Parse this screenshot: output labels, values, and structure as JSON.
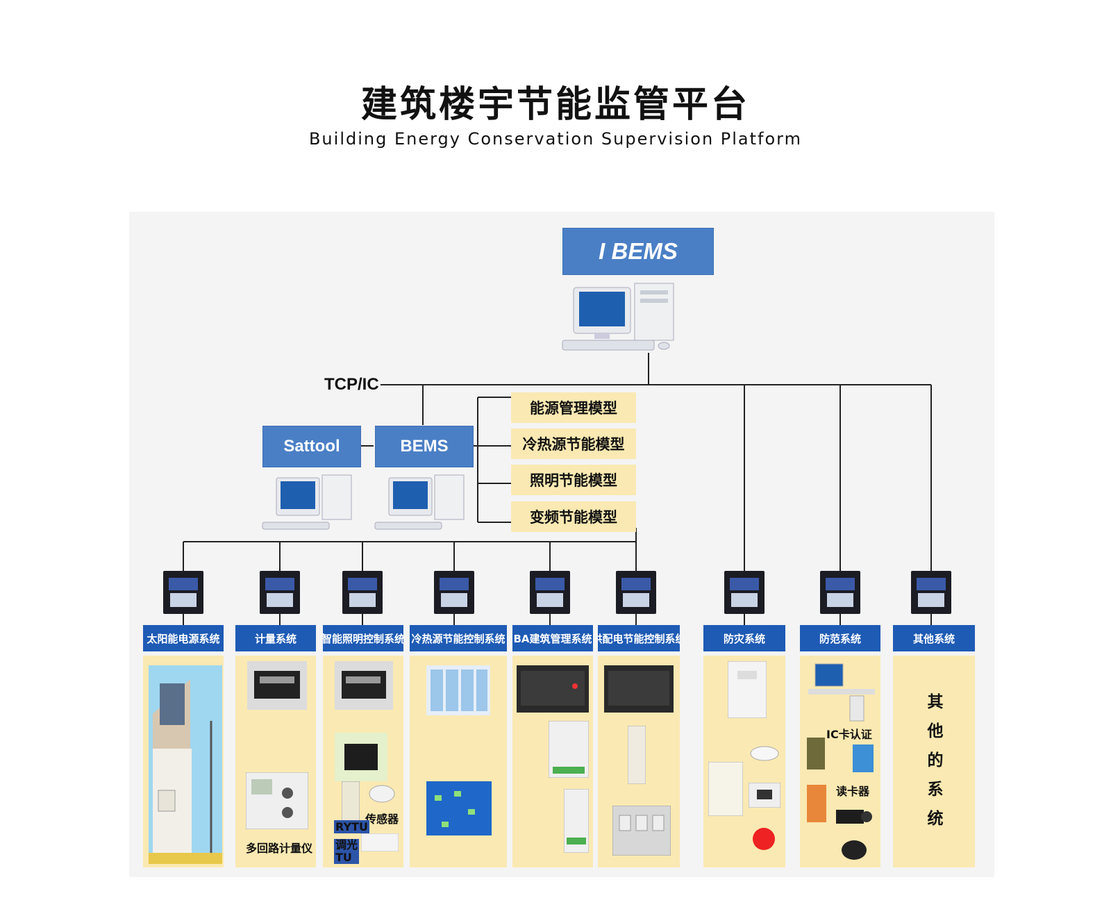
{
  "header": {
    "title_cn": "建筑楼宇节能监管平台",
    "title_en": "Building Energy Conservation Supervision Platform"
  },
  "top": {
    "label": "I BEMS"
  },
  "network": {
    "label": "TCP/IC"
  },
  "servers": [
    {
      "label": "Sattool"
    },
    {
      "label": "BEMS"
    }
  ],
  "models": [
    {
      "label": "能源管理模型"
    },
    {
      "label": "冷热源节能模型"
    },
    {
      "label": "照明节能模型"
    },
    {
      "label": "变频节能模型"
    }
  ],
  "systems": [
    {
      "label": "太阳能电源系统"
    },
    {
      "label": "计量系统"
    },
    {
      "label": "智能照明控制系统"
    },
    {
      "label": "冷热源节能控制系统"
    },
    {
      "label": "BA建筑管理系统"
    },
    {
      "label": "供配电节能控制系统"
    },
    {
      "label": "防灾系统"
    },
    {
      "label": "防范系统"
    },
    {
      "label": "其他系统"
    }
  ],
  "device_labels": {
    "meter": "多回路计量仪",
    "sensor": "传感器",
    "rytu": "RYTU",
    "dimmer": "调光\nTU",
    "ic_card": "IC卡认证",
    "card_reader": "读卡器",
    "other": "其\n他\n的\n系\n统"
  },
  "colors": {
    "accent_blue": "#4a7fc6",
    "header_blue": "#1e5bb5",
    "model_yellow": "#fae9b2"
  }
}
